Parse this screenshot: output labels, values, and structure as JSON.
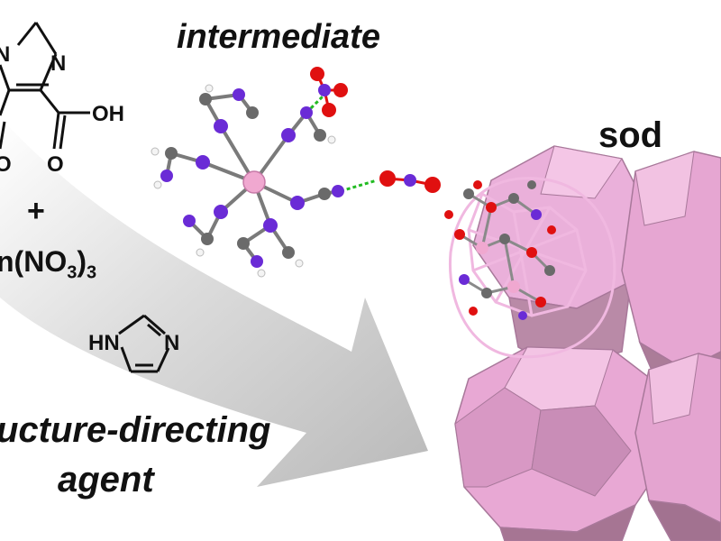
{
  "labels": {
    "intermediate": "intermediate",
    "sod": "sod",
    "plus": "+",
    "salt_prefix": "n(NO",
    "salt_sub1": "3",
    "salt_paren": ")",
    "salt_sub2": "3",
    "sda_line1": "ucture-directing",
    "sda_line2": "agent"
  },
  "molecule_ligand": {
    "atom_N_top": "N",
    "atom_N_left": "N",
    "atom_O_left": "O",
    "atom_O_bottom": "O",
    "group_OH": "OH"
  },
  "molecule_imidazole": {
    "atom_HN": "HN",
    "atom_N": "N"
  },
  "colors": {
    "arrow": "#c8c8c8",
    "polyhedron_face": "#e8a8d4",
    "polyhedron_shade": "#b07a9a",
    "carbon": "#6a6a6a",
    "nitrogen": "#6a2bd6",
    "oxygen": "#e01010",
    "metal": "#f0a8d0",
    "hydrogen": "#f2f2f2",
    "hbond": "#22bb22"
  }
}
